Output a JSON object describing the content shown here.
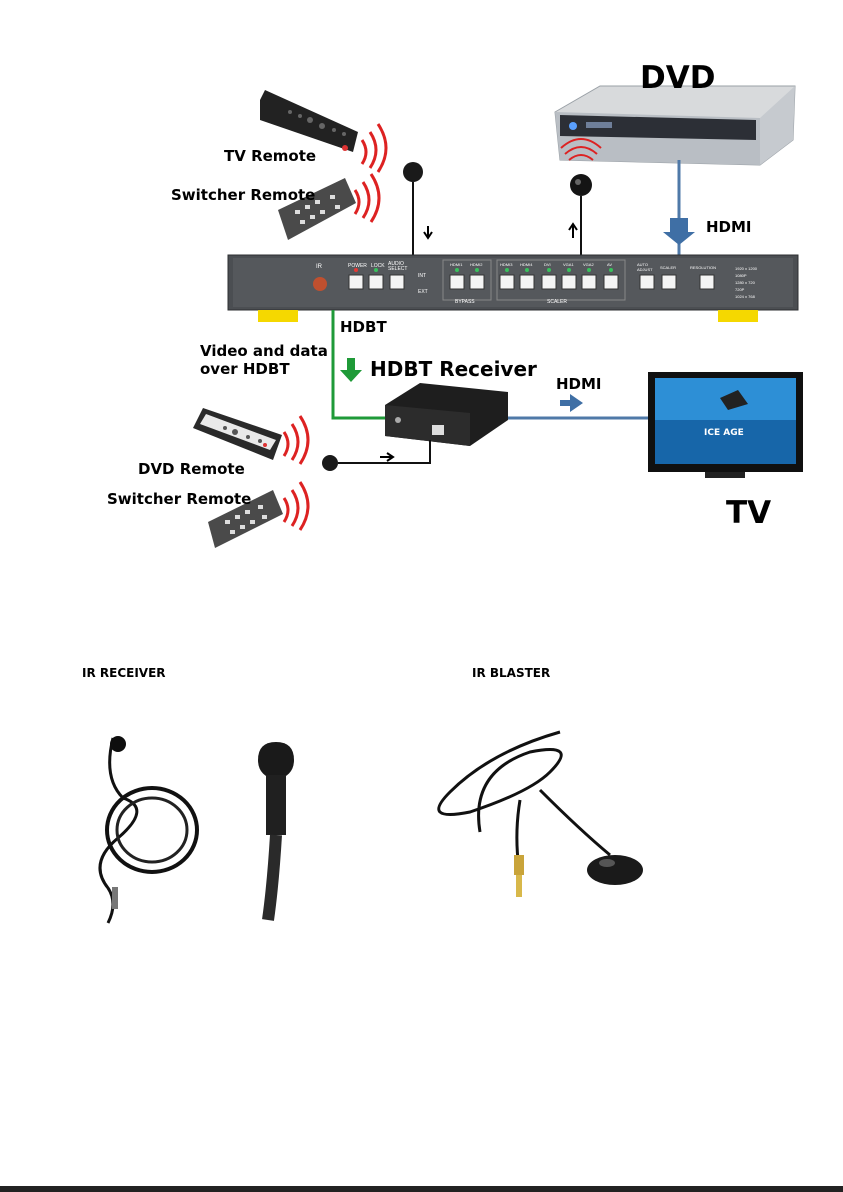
{
  "diagram": {
    "labels": {
      "dvd": "DVD",
      "tv": "TV",
      "tv_remote": "TV Remote",
      "switcher_remote_top": "Switcher Remote",
      "hdmi_top": "HDMI",
      "hdbt": "HDBT",
      "video_and_data_line1": "Video and data",
      "video_and_data_line2": "over HDBT",
      "hdbt_receiver": "HDBT Receiver",
      "hdmi_right": "HDMI",
      "dvd_remote": "DVD Remote",
      "switcher_remote_bottom": "Switcher Remote"
    },
    "switcher_panel": {
      "ir": "IR",
      "power": "POWER",
      "lock": "LOCK",
      "audio_select": "AUDIO SELECT",
      "int": "INT",
      "ext": "EXT",
      "bypass": "BYPASS",
      "scaler": "SCALER",
      "bypass_buttons": [
        "HDMI1",
        "HDMI2"
      ],
      "scaler_buttons": [
        "HDMI3",
        "HDMI4",
        "DVI",
        "VGA1",
        "VGA2",
        "AV"
      ],
      "auto_adjust": "AUTO ADJUST",
      "scaler_btn": "SCALER",
      "resolution": "RESOLUTION",
      "resolution_options": [
        "1920 x 1200",
        "1080P",
        "1280 x 720",
        "720P",
        "1024 x 768"
      ]
    },
    "tv_screen_logo": "ICE AGE"
  },
  "photos": {
    "ir_receiver_title": "IR RECEIVER",
    "ir_blaster_title": "IR BLASTER"
  }
}
